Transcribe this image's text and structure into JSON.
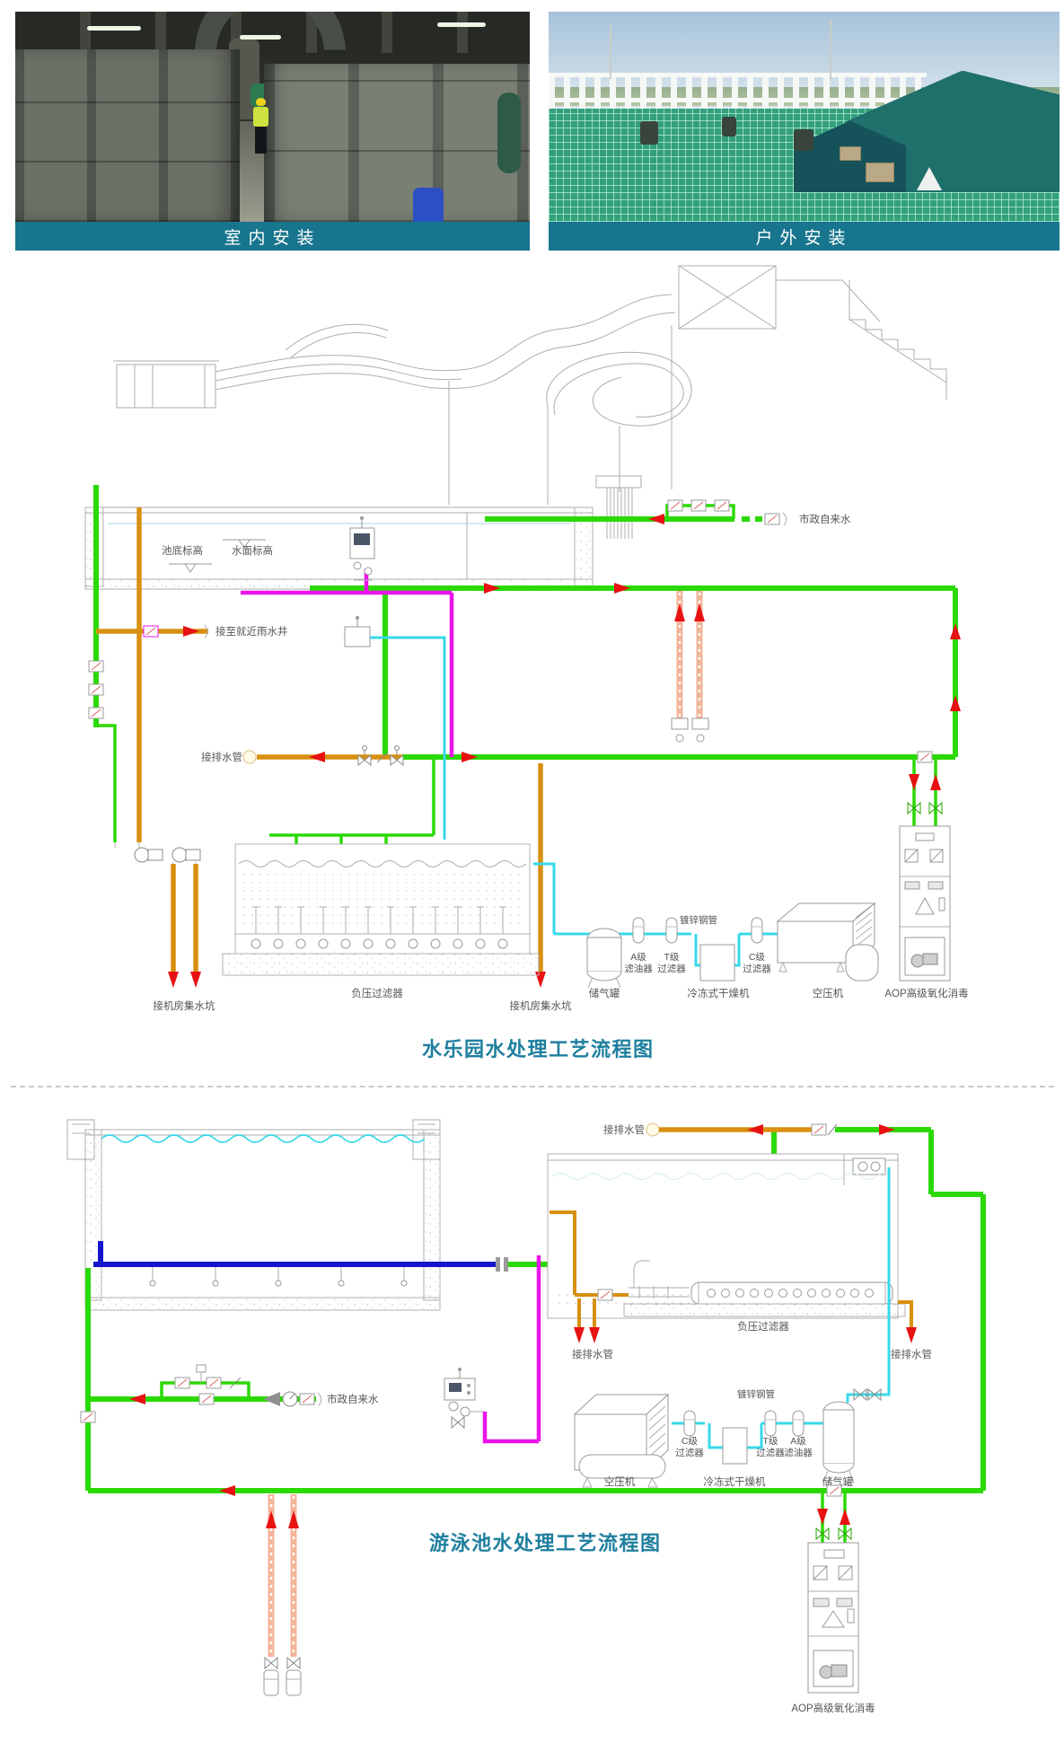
{
  "photos": {
    "left": {
      "caption": "室内安装"
    },
    "right": {
      "caption": "户外安装"
    }
  },
  "d1": {
    "title": "水乐园水处理工艺流程图",
    "labels": {
      "pool_bottom": "池底标高",
      "water_surface": "水面标高",
      "city_water": "市政自来水",
      "rain_well": "接至就近雨水井",
      "drain_pipe": "接排水管",
      "filter": "负压过滤器",
      "sump_left": "接机房集水坑",
      "sump_right": "接机房集水坑",
      "air_tank": "储气罐",
      "a_filter_1": "A级",
      "a_filter_2": "滤油器",
      "t_filter_1": "T级",
      "t_filter_2": "过滤器",
      "c_filter_1": "C级",
      "c_filter_2": "过滤器",
      "dryer": "冷冻式干燥机",
      "compressor": "空压机",
      "galvanized": "镀锌钢管",
      "aop": "AOP高级氧化消毒"
    }
  },
  "d2": {
    "title": "游泳池水处理工艺流程图",
    "labels": {
      "drain_top": "接排水管",
      "filter": "负压过滤器",
      "drain_left": "接排水管",
      "drain_right": "接排水管",
      "city_water": "市政自来水",
      "compressor": "空压机",
      "c_filter_1": "C级",
      "c_filter_2": "过滤器",
      "dryer": "冷冻式干燥机",
      "t_filter_1": "T级",
      "t_filter_2": "过滤器",
      "a_filter_1": "A级",
      "a_filter_2": "滤油器",
      "air_tank": "储气罐",
      "galvanized": "镀锌钢管",
      "aop": "AOP高级氧化消毒"
    }
  },
  "colors": {
    "caption_bar": "#17758d",
    "title_teal": "#1e7f9e",
    "pipe_green": "#2bd904",
    "pipe_orange": "#d89010",
    "pipe_magenta": "#ea14ea",
    "pipe_cyan": "#38d8ea",
    "pipe_blue": "#1515cc",
    "arrow_red": "#e81212",
    "riser_salmon": "#f4b49a"
  }
}
